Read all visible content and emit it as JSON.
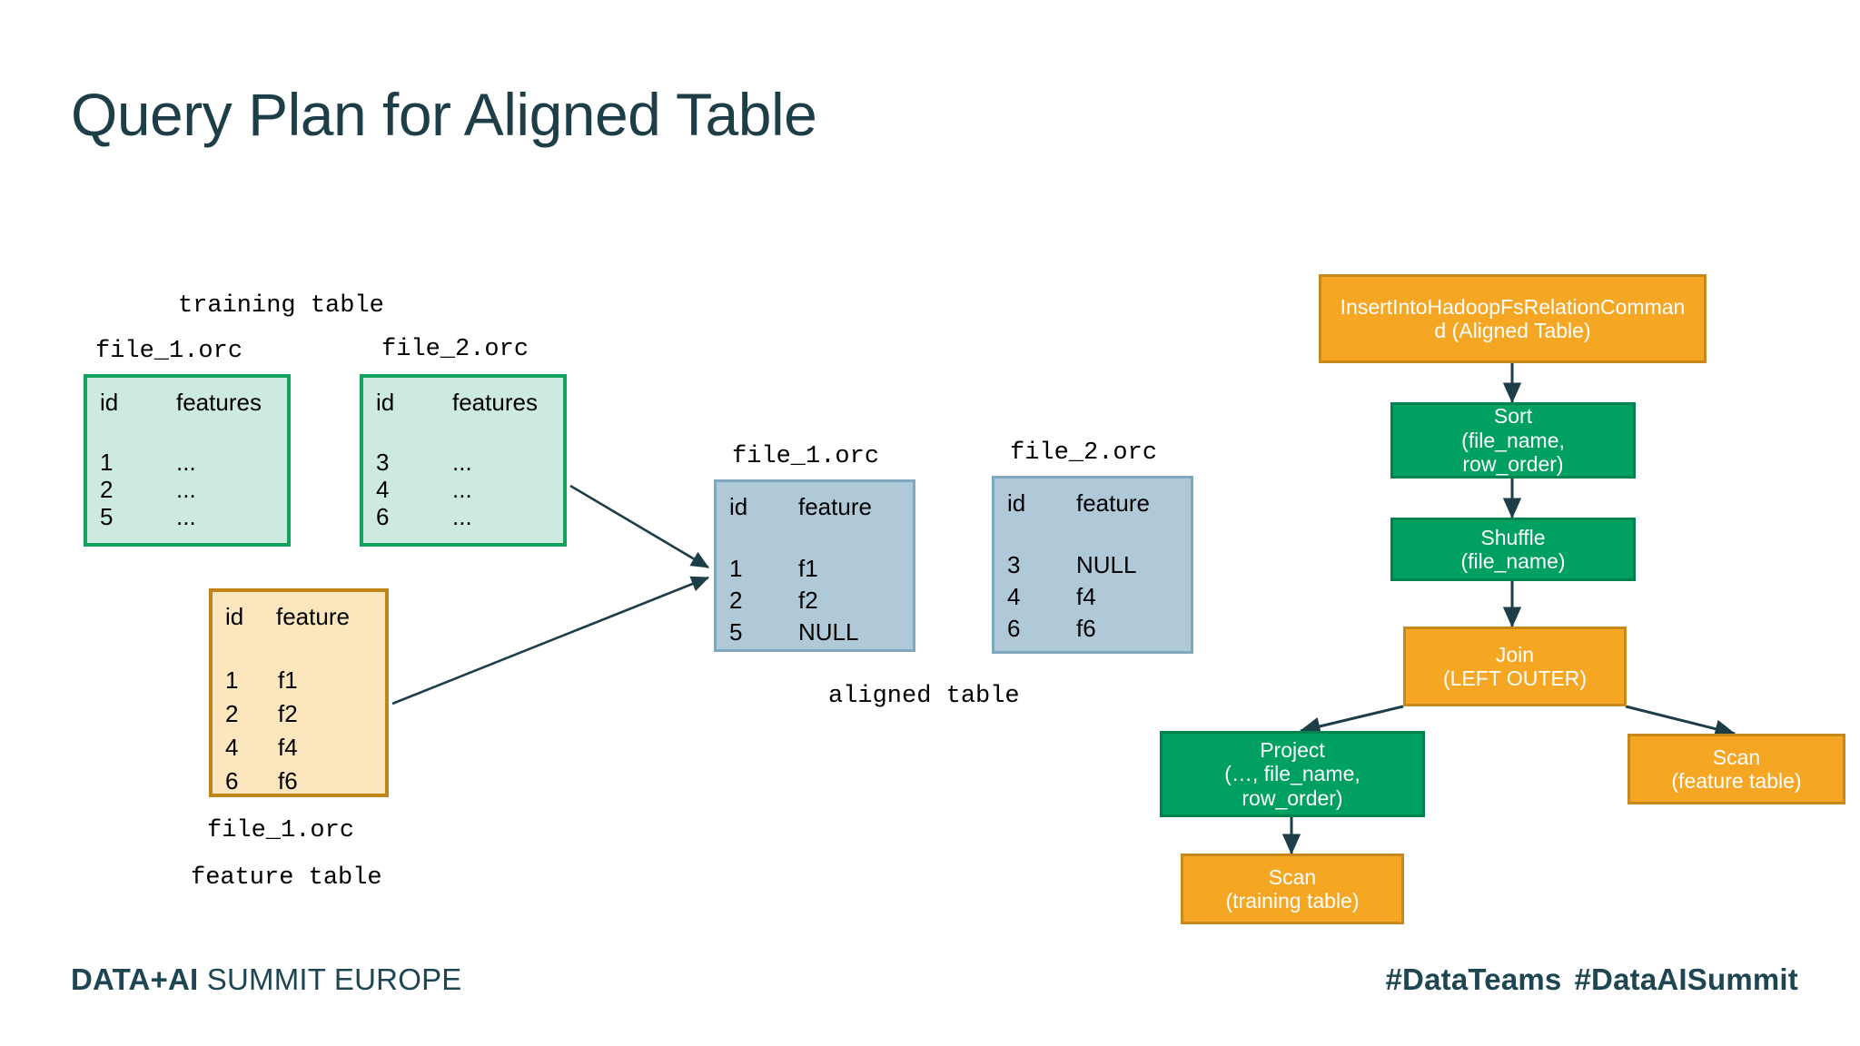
{
  "slide": {
    "title": "Query Plan for Aligned Table",
    "background": "#ffffff",
    "title_color": "#1d3d47"
  },
  "colors": {
    "green_fill": "#cdeade",
    "green_border": "#12a15e",
    "orange_fill": "#fce6bd",
    "orange_border": "#bf8518",
    "blue_fill": "#afc9d8",
    "blue_border": "#7fa8bf",
    "plan_orange": "#f5a623",
    "plan_green": "#00a060",
    "arrow": "#1d3d47",
    "footer": "#1d4652"
  },
  "training_table": {
    "caption": "training table",
    "files": [
      {
        "name": "file_1.orc",
        "columns": [
          "id",
          "features"
        ],
        "rows": [
          {
            "id": "1",
            "value": "..."
          },
          {
            "id": "2",
            "value": "..."
          },
          {
            "id": "5",
            "value": "..."
          }
        ]
      },
      {
        "name": "file_2.orc",
        "columns": [
          "id",
          "features"
        ],
        "rows": [
          {
            "id": "3",
            "value": "..."
          },
          {
            "id": "4",
            "value": "..."
          },
          {
            "id": "6",
            "value": "..."
          }
        ]
      }
    ]
  },
  "feature_table": {
    "caption": "feature table",
    "file_label": "file_1.orc",
    "columns": [
      "id",
      "feature"
    ],
    "rows": [
      {
        "id": "1",
        "value": "f1"
      },
      {
        "id": "2",
        "value": "f2"
      },
      {
        "id": "4",
        "value": "f4"
      },
      {
        "id": "6",
        "value": "f6"
      }
    ]
  },
  "aligned_table": {
    "caption": "aligned table",
    "files": [
      {
        "name": "file_1.orc",
        "columns": [
          "id",
          "feature"
        ],
        "rows": [
          {
            "id": "1",
            "value": "f1"
          },
          {
            "id": "2",
            "value": "f2"
          },
          {
            "id": "5",
            "value": "NULL"
          }
        ]
      },
      {
        "name": "file_2.orc",
        "columns": [
          "id",
          "feature"
        ],
        "rows": [
          {
            "id": "3",
            "value": "NULL"
          },
          {
            "id": "4",
            "value": "f4"
          },
          {
            "id": "6",
            "value": "f6"
          }
        ]
      }
    ]
  },
  "query_plan": {
    "nodes": [
      {
        "id": "insert",
        "kind": "orange",
        "lines": [
          "InsertIntoHadoopFsRelationComman",
          "d (Aligned Table)"
        ]
      },
      {
        "id": "sort",
        "kind": "green",
        "lines": [
          "Sort",
          "(file_name,",
          "row_order)"
        ]
      },
      {
        "id": "shuffle",
        "kind": "green",
        "lines": [
          "Shuffle",
          "(file_name)"
        ]
      },
      {
        "id": "join",
        "kind": "orange",
        "lines": [
          "Join",
          "(LEFT OUTER)"
        ]
      },
      {
        "id": "project",
        "kind": "green",
        "lines": [
          "Project",
          "(…, file_name,",
          "row_order)"
        ]
      },
      {
        "id": "scan_feature",
        "kind": "orange",
        "lines": [
          "Scan",
          "(feature table)"
        ]
      },
      {
        "id": "scan_training",
        "kind": "orange",
        "lines": [
          "Scan",
          "(training table)"
        ]
      }
    ]
  },
  "footer": {
    "brand_bold": "DATA+AI",
    "brand_rest": " SUMMIT EUROPE",
    "hashtag_1": "#DataTeams",
    "hashtag_2": "#DataAISummit"
  }
}
